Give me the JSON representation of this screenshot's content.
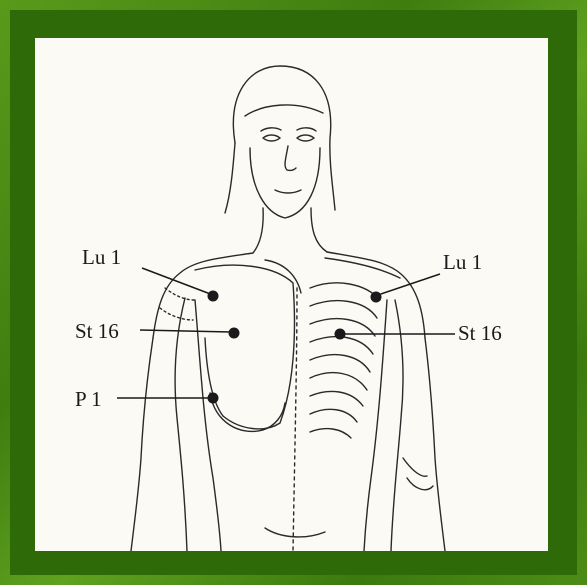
{
  "points": {
    "left": [
      {
        "label": "Lu 1"
      },
      {
        "label": "St 16"
      },
      {
        "label": "P 1"
      }
    ],
    "right": [
      {
        "label": "Lu 1"
      },
      {
        "label": "St 16"
      }
    ]
  },
  "colors": {
    "background": "#4f8f14",
    "paper": "#fbfaf5",
    "ink": "#1a1a1a"
  }
}
